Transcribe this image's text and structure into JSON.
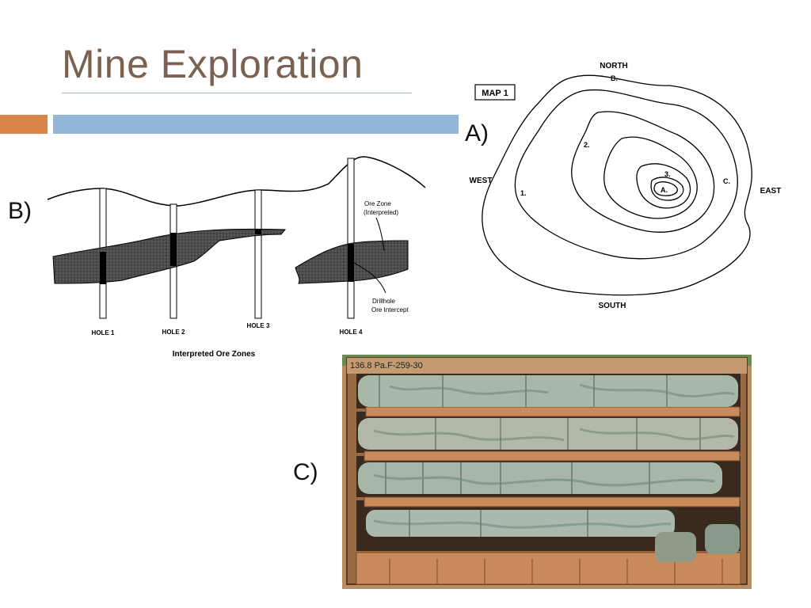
{
  "slide": {
    "title": "Mine Exploration",
    "accent_orange": "#d9854a",
    "accent_blue": "#93b6d6",
    "title_color": "#7a6152"
  },
  "panels": {
    "a_label": "A)",
    "b_label": "B)",
    "c_label": "C)"
  },
  "map": {
    "badge": "MAP 1",
    "north": "NORTH",
    "south": "SOUTH",
    "east": "EAST",
    "west": "WEST",
    "points": [
      "1.",
      "2.",
      "3.",
      "A.",
      "B.",
      "C."
    ]
  },
  "section": {
    "holes": [
      "HOLE 1",
      "HOLE 2",
      "HOLE 3",
      "HOLE 4"
    ],
    "ore_zone_label_1": "Ore Zone",
    "ore_zone_label_2": "(Interpreted)",
    "drillhole_label_1": "Drillhole",
    "drillhole_label_2": "Ore Intercept",
    "caption": "Interpreted Ore Zones"
  },
  "core_box": {
    "tag": "136.8 Pa.F-259-30"
  }
}
